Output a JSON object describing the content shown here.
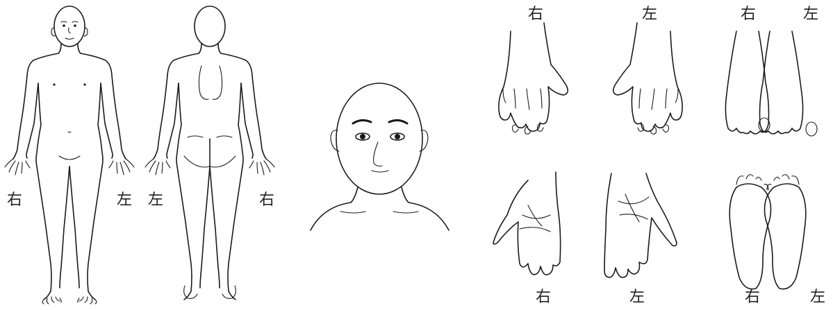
{
  "labels": {
    "body_front_right": "右",
    "body_front_left": "左",
    "body_back_left": "左",
    "body_back_right": "右",
    "hand_back_right": "右",
    "hand_back_left": "左",
    "hand_palm_right": "右",
    "hand_palm_left": "左",
    "foot_top_right": "右",
    "foot_top_left": "左",
    "foot_sole_right": "右",
    "foot_sole_left": "左"
  }
}
